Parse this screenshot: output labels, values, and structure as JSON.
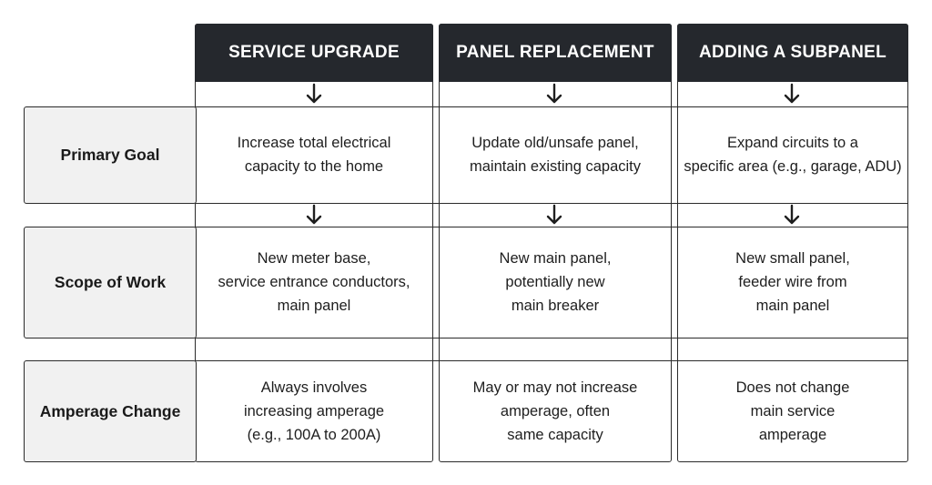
{
  "columns": [
    {
      "header": "SERVICE UPGRADE"
    },
    {
      "header": "PANEL REPLACEMENT"
    },
    {
      "header": "ADDING A SUBPANEL"
    }
  ],
  "rows": [
    {
      "label": "Primary Goal",
      "cells": [
        "Increase total electrical\ncapacity to the home",
        "Update old/unsafe panel,\nmaintain existing capacity",
        "Expand circuits to a\nspecific area (e.g., garage, ADU)"
      ]
    },
    {
      "label": "Scope of Work",
      "cells": [
        "New meter base,\nservice entrance conductors,\nmain panel",
        "New main panel,\npotentially new\nmain breaker",
        "New small panel,\nfeeder wire from\nmain panel"
      ]
    },
    {
      "label": "Amperage Change",
      "cells": [
        "Always involves\nincreasing amperage\n(e.g., 100A to 200A)",
        "May or may not increase\namperage, often\nsame capacity",
        "Does not change\nmain service\namperage"
      ]
    }
  ],
  "colors": {
    "header_bg": "#25282d",
    "header_text": "#ffffff",
    "label_bg": "#f1f1f1",
    "border": "#2b2b2b"
  },
  "icons": [
    "arrow-down-icon"
  ]
}
